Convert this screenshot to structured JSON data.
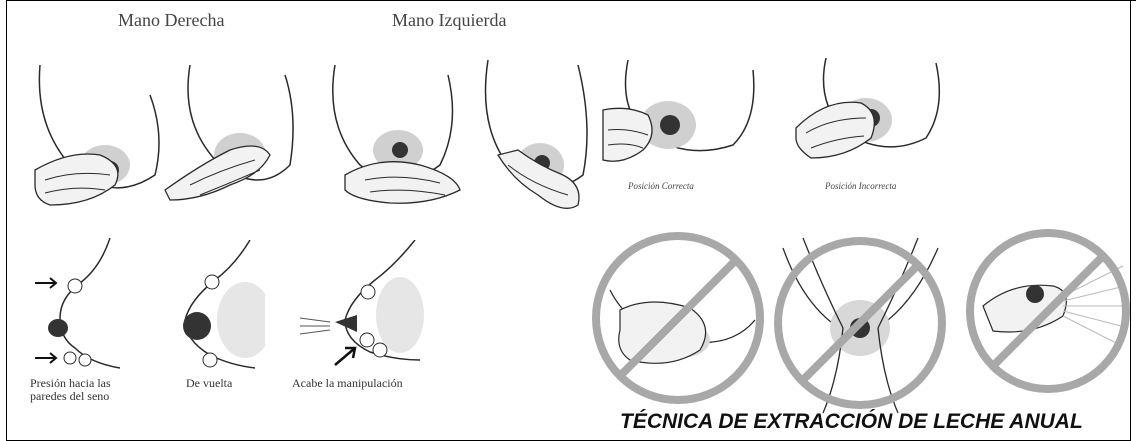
{
  "left_section": {
    "header_right_hand": "Mano Derecha",
    "header_left_hand": "Mano Izquierda",
    "steps": [
      {
        "caption_line1": "Presión hacia las",
        "caption_line2": "paredes del seno"
      },
      {
        "caption_line1": "De vuelta",
        "caption_line2": ""
      },
      {
        "caption_line1": "Acabe la manipulación",
        "caption_line2": ""
      }
    ]
  },
  "right_section": {
    "correct_label": "Posición Correcta",
    "incorrect_label": "Posición Incorrecta"
  },
  "title": "TÉCNICA DE EXTRACCIÓN DE LECHE ANUAL",
  "colors": {
    "prohibition": "#a8a8a8",
    "ink": "#2a2a2a",
    "shade": "#d8d8d8"
  }
}
